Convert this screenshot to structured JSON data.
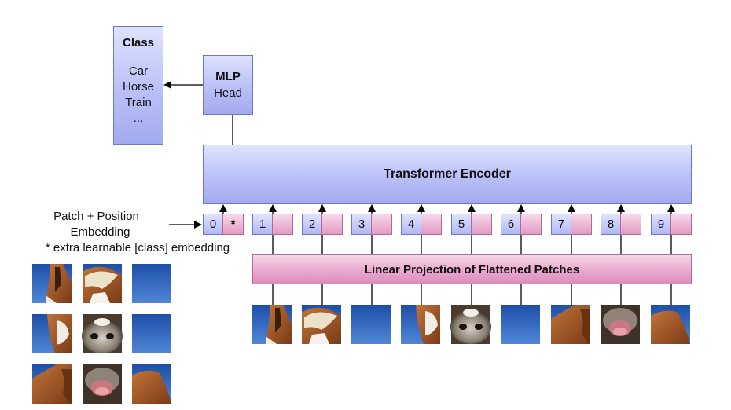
{
  "class_box": {
    "title": "Class",
    "items": [
      "Car",
      "Horse",
      "Train",
      "..."
    ]
  },
  "mlp_head": {
    "title": "MLP",
    "subtitle": "Head"
  },
  "transformer_encoder": {
    "label": "Transformer Encoder"
  },
  "linear_projection": {
    "label": "Linear Projection of Flattened Patches"
  },
  "embedding_label": {
    "line1": "Patch + Position",
    "line2": "Embedding",
    "line3": "* extra learnable [class] embedding"
  },
  "tokens": [
    {
      "position": "0",
      "embedding": "*"
    },
    {
      "position": "1",
      "embedding": ""
    },
    {
      "position": "2",
      "embedding": ""
    },
    {
      "position": "3",
      "embedding": ""
    },
    {
      "position": "4",
      "embedding": ""
    },
    {
      "position": "5",
      "embedding": ""
    },
    {
      "position": "6",
      "embedding": ""
    },
    {
      "position": "7",
      "embedding": ""
    },
    {
      "position": "8",
      "embedding": ""
    },
    {
      "position": "9",
      "embedding": ""
    }
  ],
  "patches": [
    {
      "name": "horse-ear-patch"
    },
    {
      "name": "horse-forelock-patch"
    },
    {
      "name": "sky-patch"
    },
    {
      "name": "horse-cheek-patch"
    },
    {
      "name": "horse-muzzle-patch"
    },
    {
      "name": "sky-patch"
    },
    {
      "name": "horse-neck-patch"
    },
    {
      "name": "horse-mouth-patch"
    },
    {
      "name": "horse-shoulder-patch"
    }
  ],
  "colors": {
    "blue_block": "#b9c0f7",
    "pink_block": "#e9a8cd",
    "sky": "#2f63b8",
    "horse_brown": "#a5592a"
  }
}
